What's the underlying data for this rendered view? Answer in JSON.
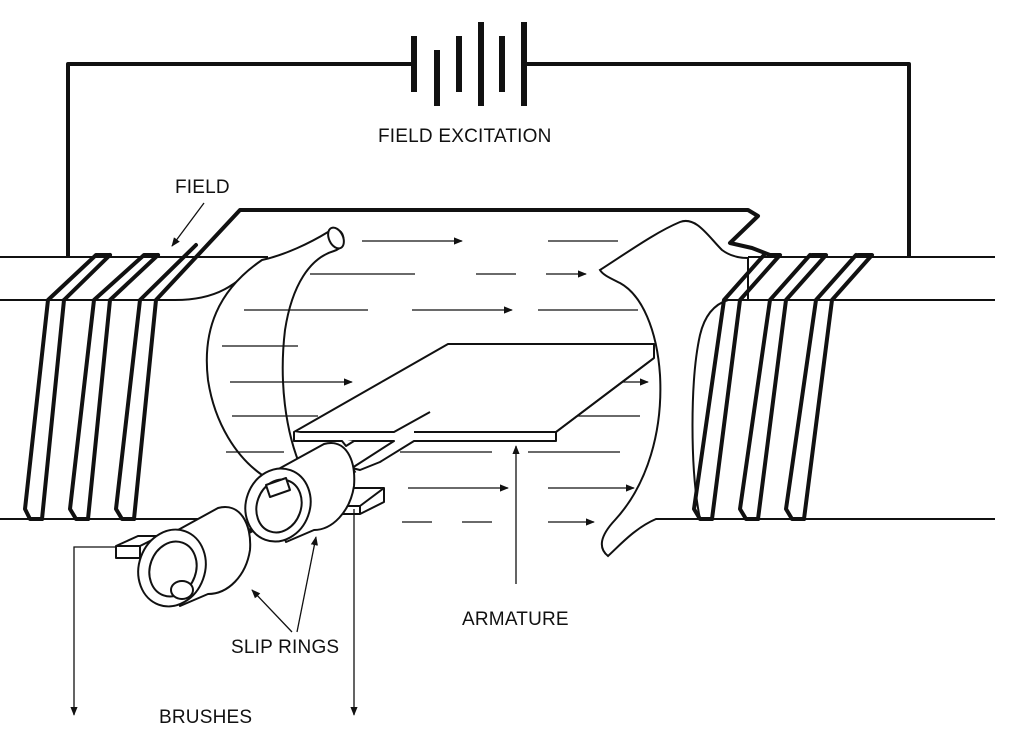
{
  "labels": {
    "field_excitation": "FIELD EXCITATION",
    "field": "FIELD",
    "armature": "ARMATURE",
    "slip_rings": "SLIP RINGS",
    "brushes": "BRUSHES"
  },
  "colors": {
    "line": "#111111",
    "background": "#ffffff"
  }
}
